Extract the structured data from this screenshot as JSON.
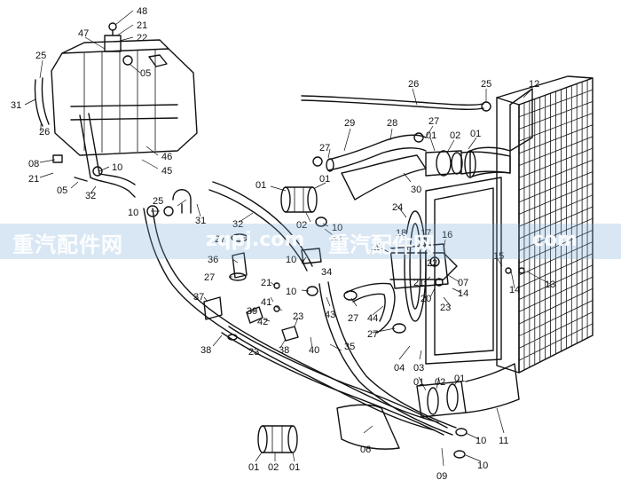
{
  "watermark": {
    "text_cn": "重汽配件网",
    "text_url": "zqpj.com",
    "text_cn_repeat": "重汽配件网",
    "text_tail": "com"
  },
  "callouts": [
    {
      "id": "48",
      "text": "48"
    },
    {
      "id": "21a",
      "text": "21"
    },
    {
      "id": "22",
      "text": "22"
    },
    {
      "id": "47",
      "text": "47"
    },
    {
      "id": "25a",
      "text": "25"
    },
    {
      "id": "05a",
      "text": "05"
    },
    {
      "id": "31a",
      "text": "31"
    },
    {
      "id": "26a",
      "text": "26"
    },
    {
      "id": "46",
      "text": "46"
    },
    {
      "id": "45",
      "text": "45"
    },
    {
      "id": "08",
      "text": "08"
    },
    {
      "id": "10a",
      "text": "10"
    },
    {
      "id": "21b",
      "text": "21"
    },
    {
      "id": "05b",
      "text": "05"
    },
    {
      "id": "32a",
      "text": "32"
    },
    {
      "id": "26b",
      "text": "26"
    },
    {
      "id": "25b",
      "text": "25"
    },
    {
      "id": "12",
      "text": "12"
    },
    {
      "id": "29",
      "text": "29"
    },
    {
      "id": "28",
      "text": "28"
    },
    {
      "id": "27a",
      "text": "27"
    },
    {
      "id": "27b",
      "text": "27"
    },
    {
      "id": "01a",
      "text": "01"
    },
    {
      "id": "02a",
      "text": "02"
    },
    {
      "id": "01b",
      "text": "01"
    },
    {
      "id": "30",
      "text": "30"
    },
    {
      "id": "01c",
      "text": "01"
    },
    {
      "id": "01d",
      "text": "01"
    },
    {
      "id": "02b",
      "text": "02"
    },
    {
      "id": "10b",
      "text": "10"
    },
    {
      "id": "25c",
      "text": "25"
    },
    {
      "id": "10c",
      "text": "10"
    },
    {
      "id": "31b",
      "text": "31"
    },
    {
      "id": "32b",
      "text": "32"
    },
    {
      "id": "33",
      "text": "33"
    },
    {
      "id": "24",
      "text": "24"
    },
    {
      "id": "27c",
      "text": "27"
    },
    {
      "id": "36",
      "text": "36"
    },
    {
      "id": "27d",
      "text": "27"
    },
    {
      "id": "10d",
      "text": "10"
    },
    {
      "id": "34",
      "text": "34"
    },
    {
      "id": "21c",
      "text": "21"
    },
    {
      "id": "41",
      "text": "41"
    },
    {
      "id": "10e",
      "text": "10"
    },
    {
      "id": "37",
      "text": "37"
    },
    {
      "id": "39",
      "text": "39"
    },
    {
      "id": "42",
      "text": "42"
    },
    {
      "id": "23a",
      "text": "23"
    },
    {
      "id": "43",
      "text": "43"
    },
    {
      "id": "27e",
      "text": "27"
    },
    {
      "id": "38a",
      "text": "38"
    },
    {
      "id": "23b",
      "text": "23"
    },
    {
      "id": "38b",
      "text": "38"
    },
    {
      "id": "40",
      "text": "40"
    },
    {
      "id": "35",
      "text": "35"
    },
    {
      "id": "19",
      "text": "19"
    },
    {
      "id": "18",
      "text": "18"
    },
    {
      "id": "17",
      "text": "17"
    },
    {
      "id": "16",
      "text": "16"
    },
    {
      "id": "15",
      "text": "15"
    },
    {
      "id": "22b",
      "text": "22"
    },
    {
      "id": "21d",
      "text": "21"
    },
    {
      "id": "07",
      "text": "07"
    },
    {
      "id": "20",
      "text": "20"
    },
    {
      "id": "14a",
      "text": "14"
    },
    {
      "id": "23c",
      "text": "23"
    },
    {
      "id": "14b",
      "text": "14"
    },
    {
      "id": "13",
      "text": "13"
    },
    {
      "id": "44",
      "text": "44"
    },
    {
      "id": "27f",
      "text": "27"
    },
    {
      "id": "04",
      "text": "04"
    },
    {
      "id": "03",
      "text": "03"
    },
    {
      "id": "01e",
      "text": "01"
    },
    {
      "id": "02c",
      "text": "02"
    },
    {
      "id": "01f",
      "text": "01"
    },
    {
      "id": "11",
      "text": "11"
    },
    {
      "id": "10f",
      "text": "10"
    },
    {
      "id": "06",
      "text": "06"
    },
    {
      "id": "10g",
      "text": "10"
    },
    {
      "id": "09",
      "text": "09"
    },
    {
      "id": "01g",
      "text": "01"
    },
    {
      "id": "02d",
      "text": "02"
    },
    {
      "id": "01h",
      "text": "01"
    }
  ]
}
